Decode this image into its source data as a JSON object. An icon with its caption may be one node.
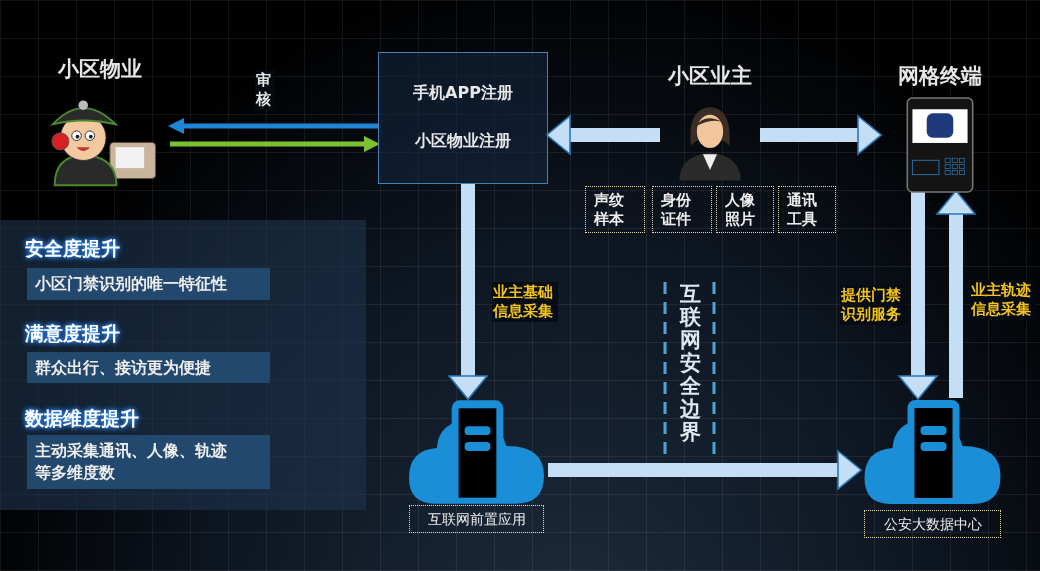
{
  "diagram": {
    "nodes": [
      {
        "text": [
          "小区物业"
        ]
      },
      {
        "text": [
          "手机APP注册",
          "小区物业注册"
        ]
      },
      {
        "text": [
          "小区业主"
        ]
      },
      {
        "text": [
          "声纹样本"
        ]
      },
      {
        "text": [
          "身份证件"
        ]
      },
      {
        "text": [
          "人像照片"
        ]
      },
      {
        "text": [
          "通讯工具"
        ]
      },
      {
        "text": [
          "网格终端"
        ]
      },
      {
        "text": [
          "互联网前置应用"
        ]
      },
      {
        "text": [
          "公安大数据中心"
        ]
      },
      {
        "text": [
          "安全度提升",
          "满意度提升",
          "数据维度提升"
        ]
      },
      {
        "text": [
          "小区门禁识别的唯一特征性"
        ],
        "in": 10
      },
      {
        "text": [
          "群众出行、接访更为便捷"
        ],
        "in": 10
      },
      {
        "text": [
          "主动采集通讯、人像、轨迹等多维度数"
        ],
        "in": 10
      }
    ],
    "edges": [
      {
        "from": 1,
        "to": 0,
        "arrow": "to",
        "label": "审核",
        "color": "#1e86d6"
      },
      {
        "from": 0,
        "to": 1,
        "arrow": "to",
        "color": "#7cc22e"
      },
      {
        "from": 2,
        "to": 1,
        "arrow": "to"
      },
      {
        "from": 2,
        "to": 7,
        "arrow": "to"
      },
      {
        "from": 1,
        "to": 8,
        "arrow": "to",
        "label": "业主基础信息采集"
      },
      {
        "from": 8,
        "to": 9,
        "arrow": "to"
      },
      {
        "from": 7,
        "to": 9,
        "arrow": "to",
        "label": "提供门禁识别服务"
      },
      {
        "from": 9,
        "to": 7,
        "arrow": "to",
        "label": "业主轨迹信息采集"
      }
    ],
    "labels": [
      "互联网安全边界"
    ]
  }
}
